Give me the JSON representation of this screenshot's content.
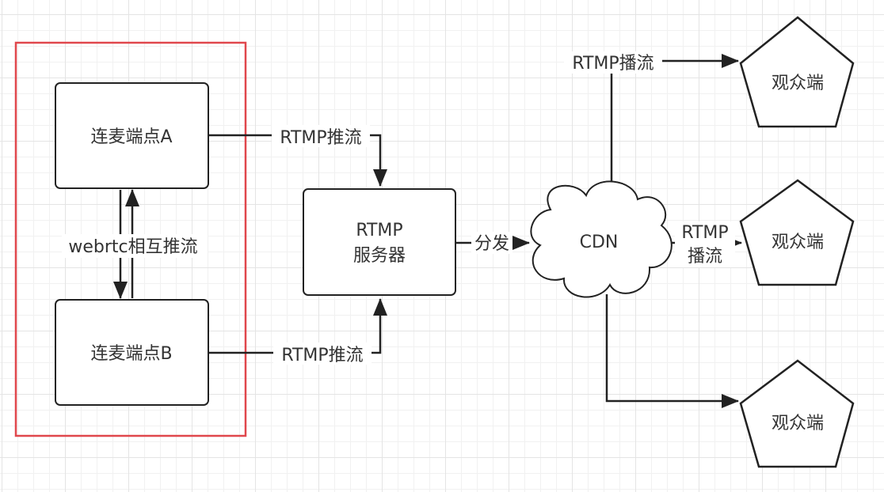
{
  "group_label": "webrtc相互推流",
  "nodes": {
    "peer_a": "连麦端点A",
    "peer_b": "连麦端点B",
    "rtmp_server_line1": "RTMP",
    "rtmp_server_line2": "服务器",
    "cdn": "CDN",
    "viewer_top": "观众端",
    "viewer_middle": "观众端",
    "viewer_bottom": "观众端"
  },
  "edges": {
    "a_to_server": "RTMP推流",
    "b_to_server": "RTMP推流",
    "server_to_cdn": "分发",
    "cdn_to_viewer_top": "RTMP播流",
    "cdn_to_viewer_middle_line1": "RTMP",
    "cdn_to_viewer_middle_line2": "播流"
  },
  "colors": {
    "highlight_border": "#e0474c",
    "stroke": "#222222",
    "text": "#333333"
  }
}
